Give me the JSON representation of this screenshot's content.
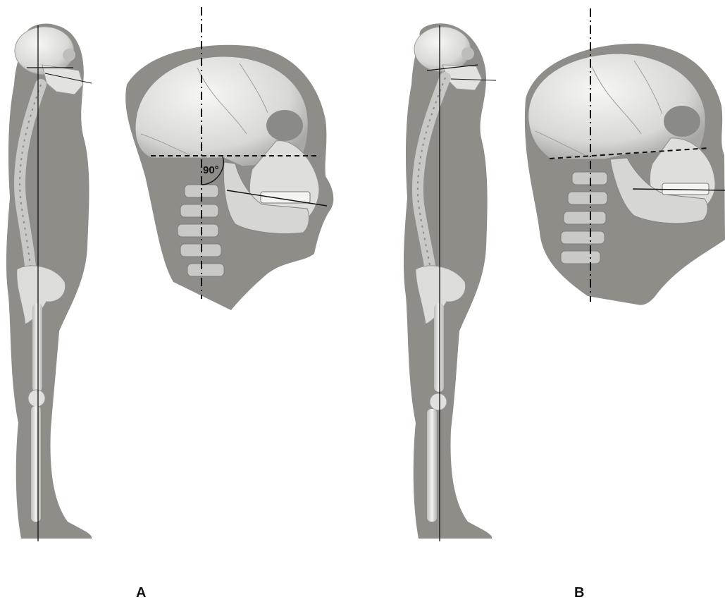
{
  "figure": {
    "panels": [
      {
        "id": "A",
        "label": "A",
        "angle_annotation": "90°"
      },
      {
        "id": "B",
        "label": "B"
      }
    ],
    "colors": {
      "silhouette": "#8f8d87",
      "bone": "#e6e6e2",
      "bone_shadow": "#a9a9a6",
      "line": "#111111",
      "background": "#ffffff"
    },
    "icons": [
      "skeleton-side-view",
      "skull-side-view",
      "cervical-spine"
    ]
  }
}
